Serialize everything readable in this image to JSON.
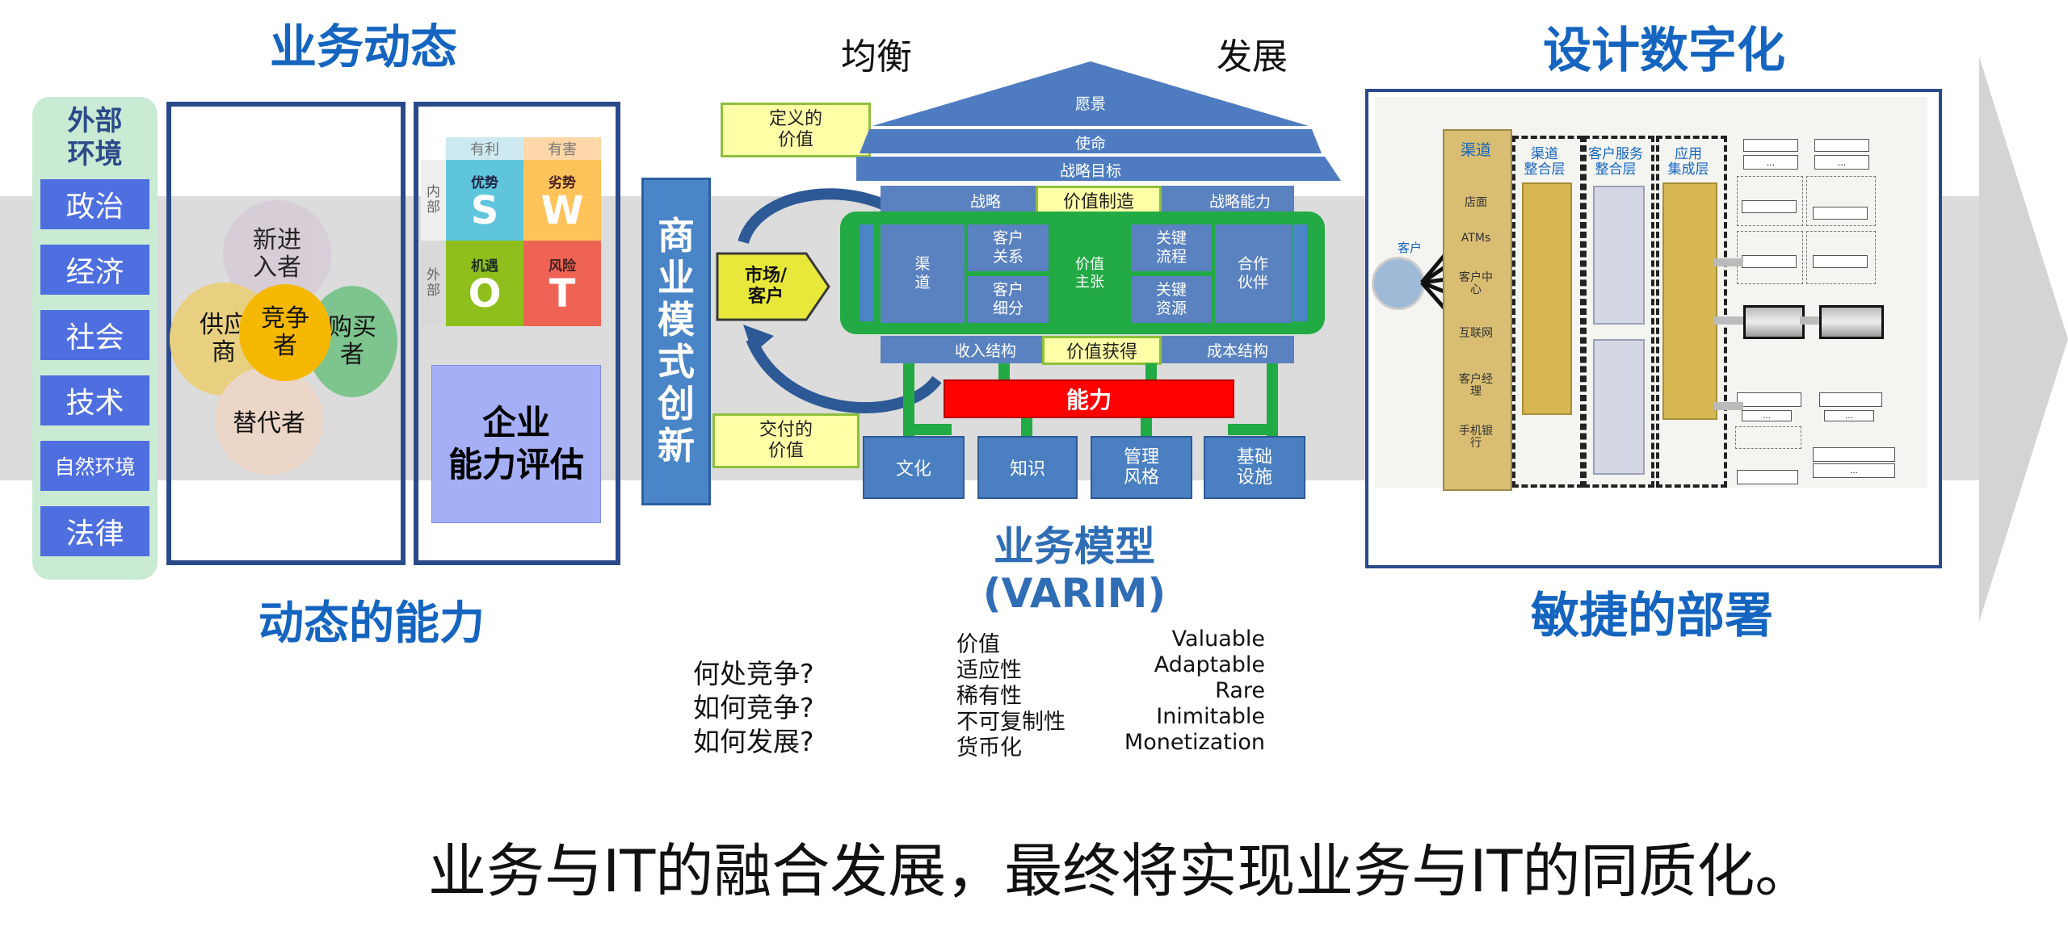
{
  "headings": {
    "business_dynamics": "业务动态",
    "dynamic_capability": "动态的能力",
    "design_digital": "设计数字化",
    "agile_deployment": "敏捷的部署",
    "balance": "均衡",
    "development": "发展"
  },
  "environment": {
    "title": "外部\n环境",
    "items": [
      "政治",
      "经济",
      "社会",
      "技术",
      "自然环境",
      "法律"
    ]
  },
  "five_forces": {
    "new_entrants": "新进\n入者",
    "suppliers": "供应\n商",
    "competitors": "竞争\n者",
    "buyers": "购买\n者",
    "substitutes": "替代者"
  },
  "swot": {
    "header_favorable": "有利",
    "header_harmful": "有害",
    "row_internal": "内\n部",
    "row_external": "外\n部",
    "s_label": "优势",
    "s_letter": "S",
    "w_label": "劣势",
    "w_letter": "W",
    "o_label": "机遇",
    "o_letter": "O",
    "t_label": "风险",
    "t_letter": "T",
    "capability_assessment": "企业\n能力评估"
  },
  "business_model_innovation": "商\n业\n模\n式\n创\n新",
  "value_loop": {
    "defined_value": "定义的\n价值",
    "market_customer": "市场/\n客户",
    "delivered_value": "交付的\n价值"
  },
  "house": {
    "vision": "愿景",
    "mission": "使命",
    "strategic_goals": "战略目标",
    "strategy": "战略",
    "value_creation": "价值制造",
    "strategic_capability": "战略能力",
    "channels": "渠\n道",
    "customer_relations": "客户\n关系",
    "customer_segments": "客户\n细分",
    "value_proposition": "价值\n主张",
    "key_processes": "关键\n流程",
    "key_resources": "关键\n资源",
    "partners": "合作\n伙伴",
    "revenue_structure": "收入结构",
    "value_capture": "价值获得",
    "cost_structure": "成本结构",
    "capability": "能力",
    "pillars": [
      "文化",
      "知识",
      "管理\n风格",
      "基础\n设施"
    ]
  },
  "business_model": {
    "title": "业务模型",
    "subtitle": "(VARIM)"
  },
  "questions": [
    "何处竞争?",
    "如何竞争?",
    "如何发展?"
  ],
  "varim": [
    {
      "cn": "价值",
      "en": "Valuable"
    },
    {
      "cn": "适应性",
      "en": "Adaptable"
    },
    {
      "cn": "稀有性",
      "en": "Rare"
    },
    {
      "cn": "不可复制性",
      "en": "Inimitable"
    },
    {
      "cn": "货币化",
      "en": "Monetization"
    }
  ],
  "deployment": {
    "customer": "客户",
    "channel_header": "渠道",
    "channels": [
      "店面",
      "ATMs",
      "客户中\n心",
      "互联网",
      "客户经\n理",
      "手机银\n行"
    ],
    "channel_integration": "渠道\n整合层",
    "service_integration": "客户服务\n整合层",
    "app_integration": "应用\n集成层",
    "ellipsis": "..."
  },
  "conclusion": "业务与IT的融合发展，最终将实现业务与IT的同质化。",
  "colors": {
    "accent_blue": "#1565c0",
    "frame_navy": "#2b4a8a",
    "env_green": "#c9ead3",
    "env_item_blue": "#4f6fe0",
    "green": "#22aa44",
    "red": "#ff0000"
  }
}
